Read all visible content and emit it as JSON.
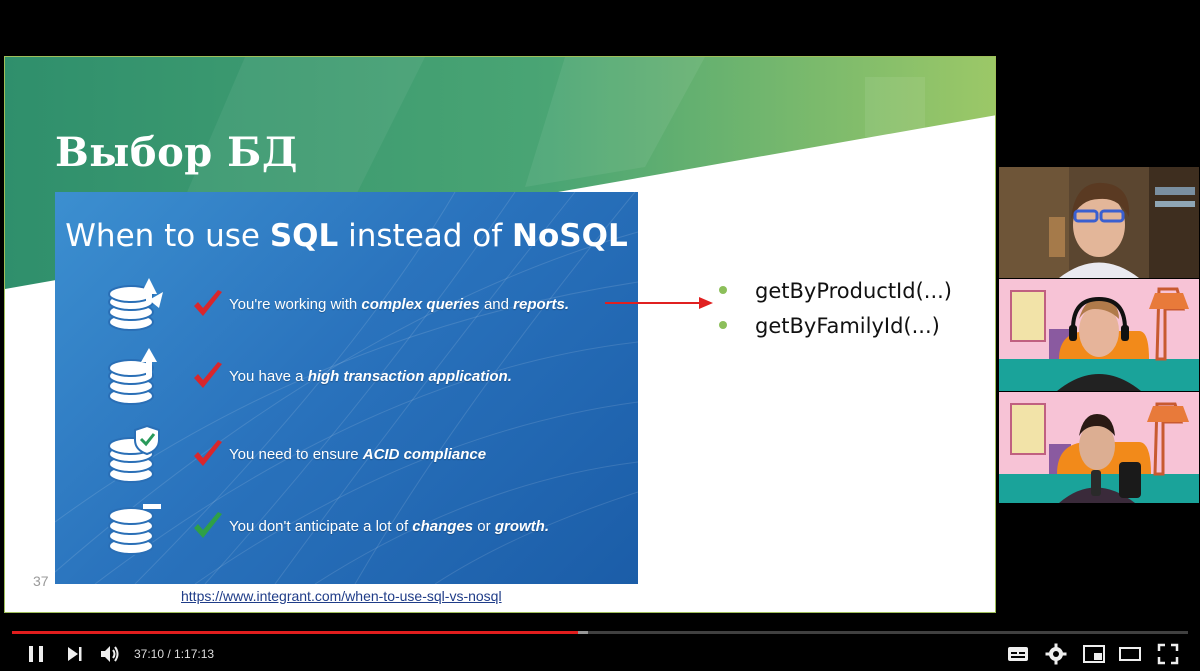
{
  "slide": {
    "title": "Выбор БД",
    "page_number": "37",
    "source_link": "https://www.integrant.com/when-to-use-sql-vs-nosql",
    "image": {
      "heading_prefix": "When to use ",
      "heading_sql": "SQL",
      "heading_mid": " instead of ",
      "heading_nosql": "NoSQL",
      "reasons": [
        {
          "before": "You're working with ",
          "em1": "complex queries",
          "mid": " and ",
          "em2": "reports.",
          "after": "",
          "check_color": "#d9262c"
        },
        {
          "before": "You have a ",
          "em1": "high transaction application.",
          "mid": "",
          "em2": "",
          "after": "",
          "check_color": "#d9262c"
        },
        {
          "before": "You need to ensure ",
          "em1": "ACID compliance",
          "mid": "",
          "em2": "",
          "after": "",
          "check_color": "#d9262c"
        },
        {
          "before": "You don't anticipate a lot of ",
          "em1": "changes",
          "mid": " or ",
          "em2": "growth.",
          "after": "",
          "check_color": "#2fa046"
        }
      ]
    },
    "methods": [
      "getByProductId(...)",
      "getByFamilyId(...)"
    ]
  },
  "player": {
    "time_current": "37:10",
    "time_total": "1:17:13",
    "time_separator": " / ",
    "progress": 0.481,
    "buffered": 0.49,
    "icons": [
      "pause-icon",
      "next-icon",
      "volume-icon",
      "subtitles-icon",
      "settings-icon",
      "miniplayer-icon",
      "theater-icon",
      "fullscreen-icon"
    ]
  },
  "colors": {
    "accent_green": "#3f9e6e",
    "progress_red": "#e01d1d",
    "bullet_green": "#8cbf5a"
  }
}
